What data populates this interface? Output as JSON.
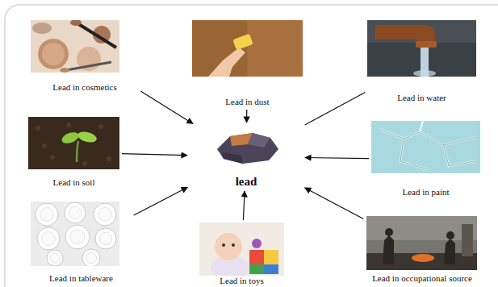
{
  "diagram": {
    "nodes": [
      {
        "text": [
          "Lead in cosmetics"
        ]
      },
      {
        "text": [
          "Lead in dust"
        ]
      },
      {
        "text": [
          "Lead in water"
        ]
      },
      {
        "text": [
          "Lead in soil"
        ]
      },
      {
        "text": [
          "lead"
        ]
      },
      {
        "text": [
          "Lead in paint"
        ]
      },
      {
        "text": [
          "Lead in tableware"
        ]
      },
      {
        "text": [
          "Lead in toys"
        ]
      },
      {
        "text": [
          "Lead in occupational source"
        ]
      }
    ],
    "edges": [
      {
        "from": 0,
        "to": 4,
        "arrow": "to"
      },
      {
        "from": 1,
        "to": 4,
        "arrow": "to"
      },
      {
        "from": 2,
        "to": 4,
        "arrow": "none"
      },
      {
        "from": 3,
        "to": 4,
        "arrow": "to"
      },
      {
        "from": 5,
        "to": 4,
        "arrow": "to"
      },
      {
        "from": 6,
        "to": 4,
        "arrow": "to"
      },
      {
        "from": 7,
        "to": 4,
        "arrow": "to"
      },
      {
        "from": 8,
        "to": 4,
        "arrow": "to"
      }
    ]
  }
}
